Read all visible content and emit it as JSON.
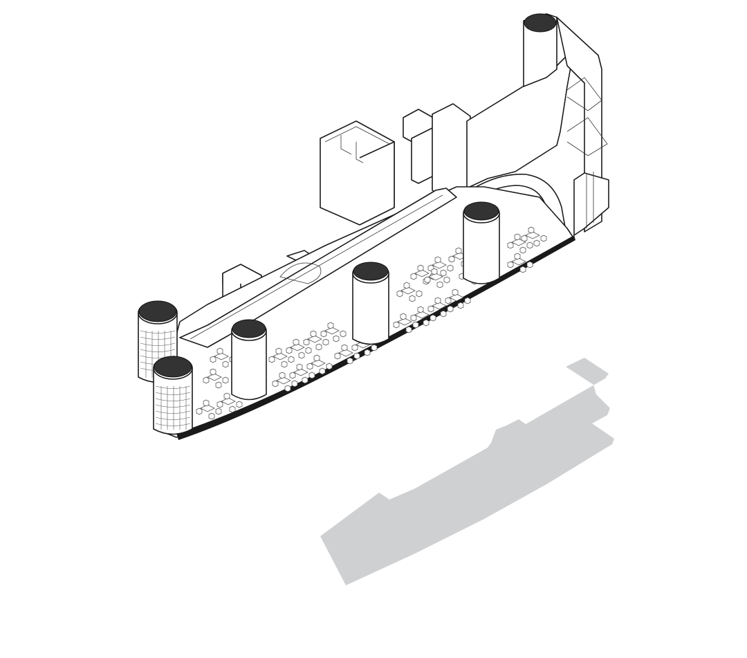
{
  "colors": {
    "background": "#ffffff",
    "linework": "#1a1a1a",
    "column_cap": "#333333",
    "footprint_shadow": "#cfd0d2",
    "wall_fill": "#ffffff"
  },
  "drawing": {
    "type": "axonometric cutaway of curved restaurant floor plan",
    "columns": [
      {
        "role": "structural-column"
      },
      {
        "role": "structural-column"
      },
      {
        "role": "structural-column"
      },
      {
        "role": "shelving-column"
      },
      {
        "role": "shelving-column"
      },
      {
        "role": "tower-column"
      }
    ]
  }
}
